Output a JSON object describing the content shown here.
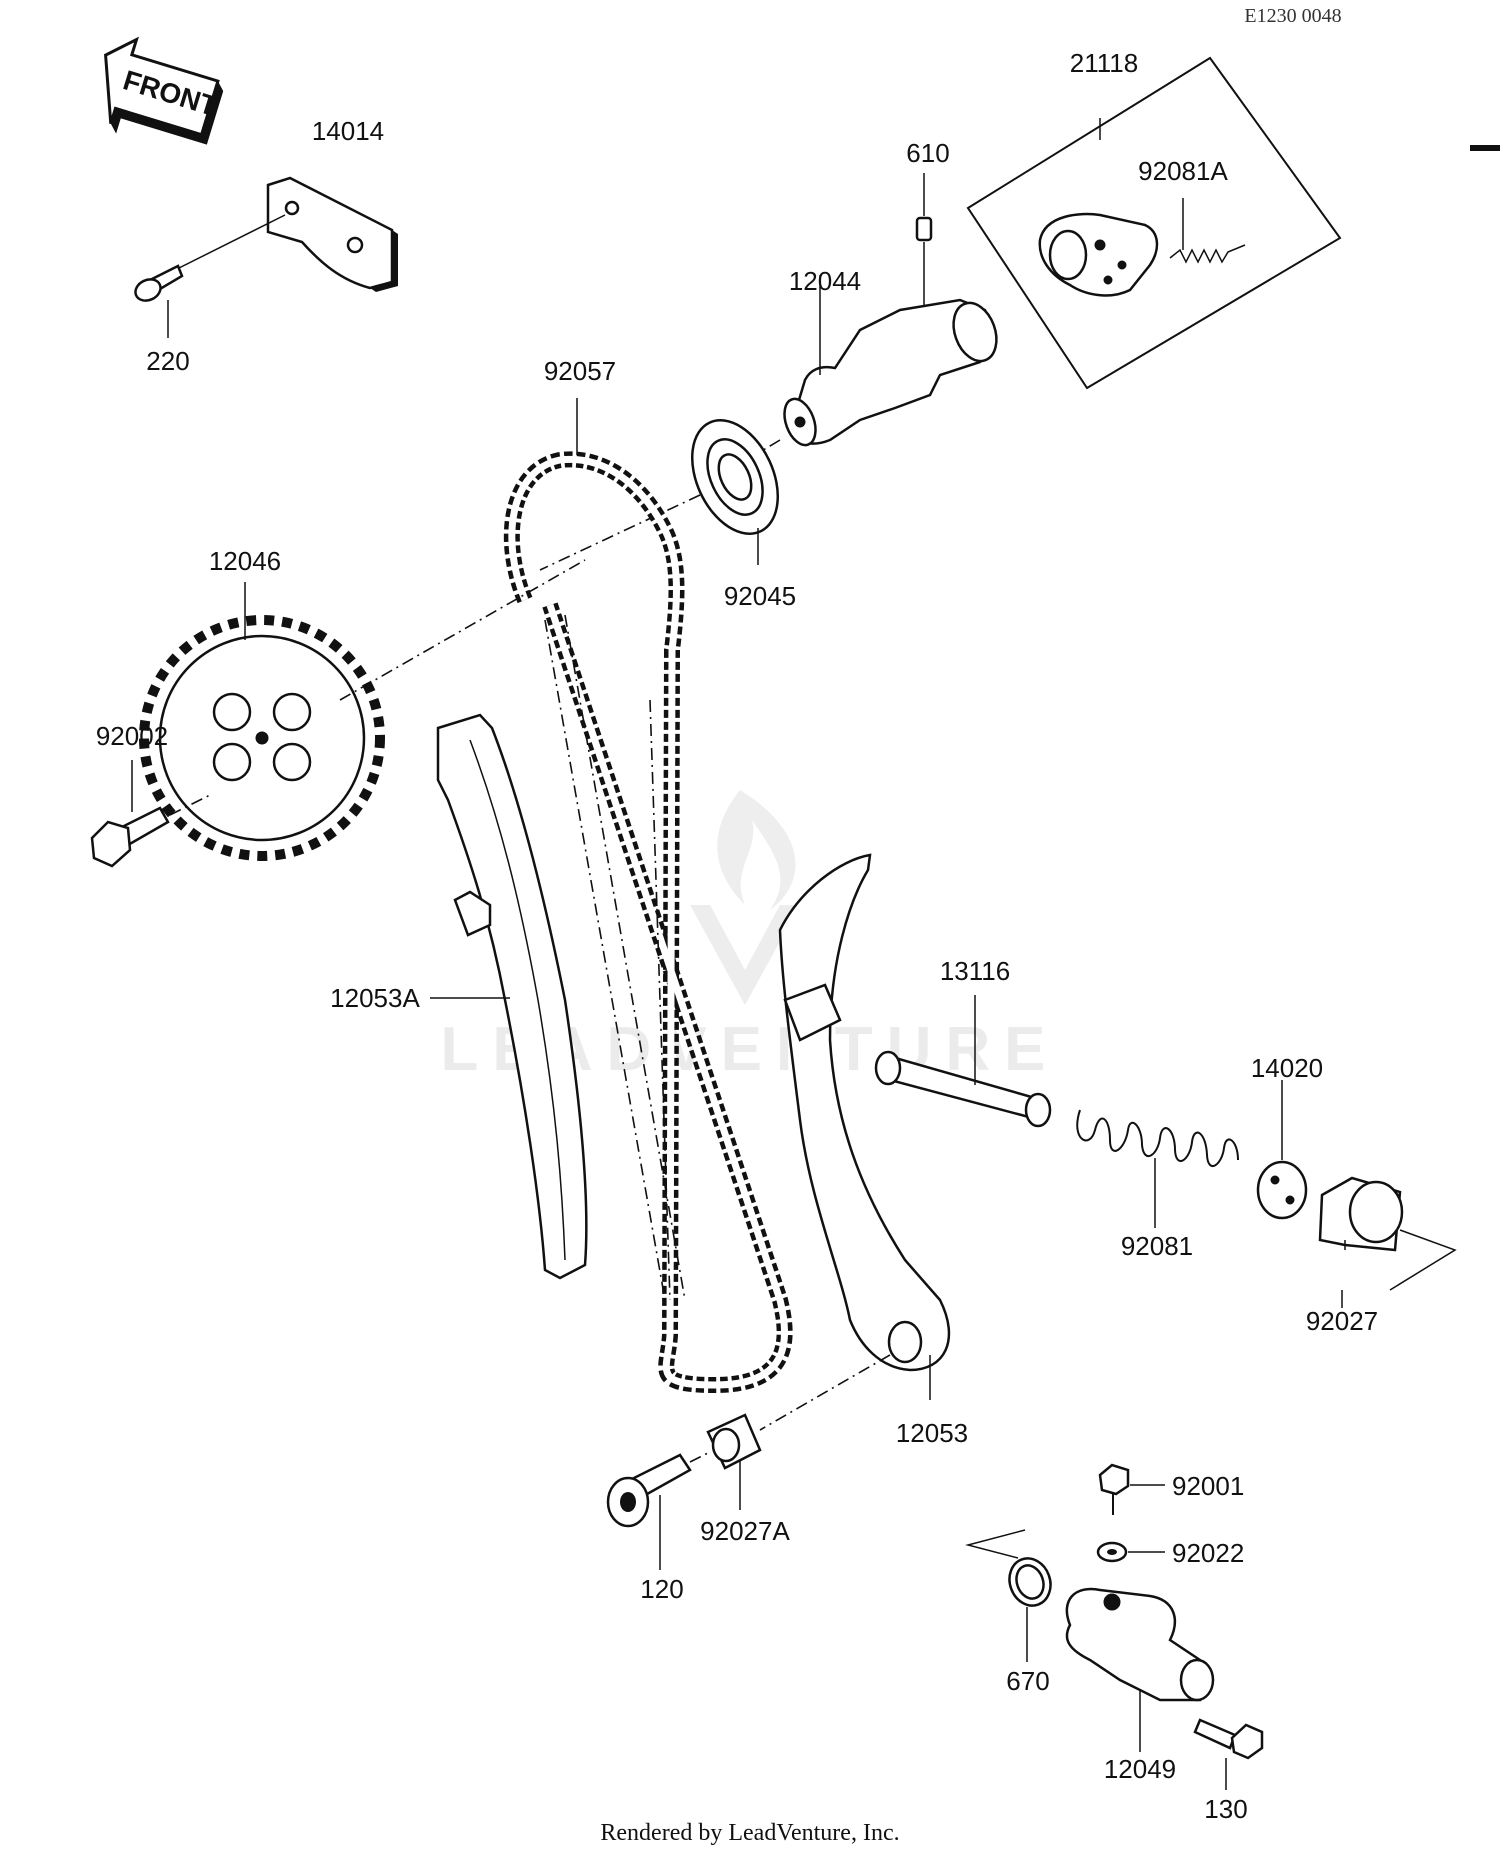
{
  "reference_code": "E1230 0048",
  "front_label": "FRONT",
  "watermark": "LEADVENTURE",
  "footer": "Rendered by LeadVenture, Inc.",
  "parts": {
    "p21118": "21118",
    "p610": "610",
    "p92081A": "92081A",
    "p14014": "14014",
    "p12044": "12044",
    "p220": "220",
    "p92057": "92057",
    "p92045": "92045",
    "p12046": "12046",
    "p92002": "92002",
    "p12053A": "12053A",
    "p13116": "13116",
    "p14020": "14020",
    "p92081": "92081",
    "p92027": "92027",
    "p12053": "12053",
    "p92001": "92001",
    "p120": "120",
    "p92027A": "92027A",
    "p92022": "92022",
    "p670": "670",
    "p12049": "12049",
    "p130": "130"
  }
}
